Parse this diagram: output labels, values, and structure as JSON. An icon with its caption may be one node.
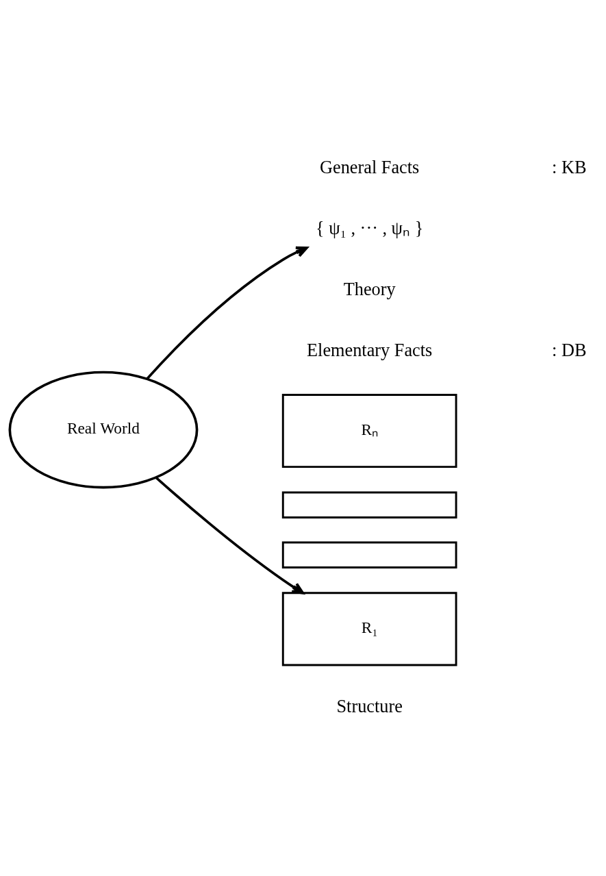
{
  "diagram": {
    "nodes": [
      {
        "text": [
          "Real World"
        ]
      },
      {
        "text": [
          "{ ψ₁ , ··· , ψₙ }"
        ],
        "beside": [
          "Theory"
        ]
      },
      {
        "text": [
          "Rₙ"
        ]
      },
      {
        "text": [],
        "shape": "box"
      },
      {
        "text": [],
        "shape": "box"
      },
      {
        "text": [
          "R₁"
        ],
        "beside": [
          "Structure"
        ]
      }
    ],
    "edges": [
      {
        "from": 0,
        "to": 1,
        "arrow": "to"
      },
      {
        "from": 0,
        "to": 5,
        "arrow": "to"
      }
    ],
    "labels": [
      "General Facts",
      ": KB",
      "Elementary Facts",
      ": DB"
    ]
  }
}
